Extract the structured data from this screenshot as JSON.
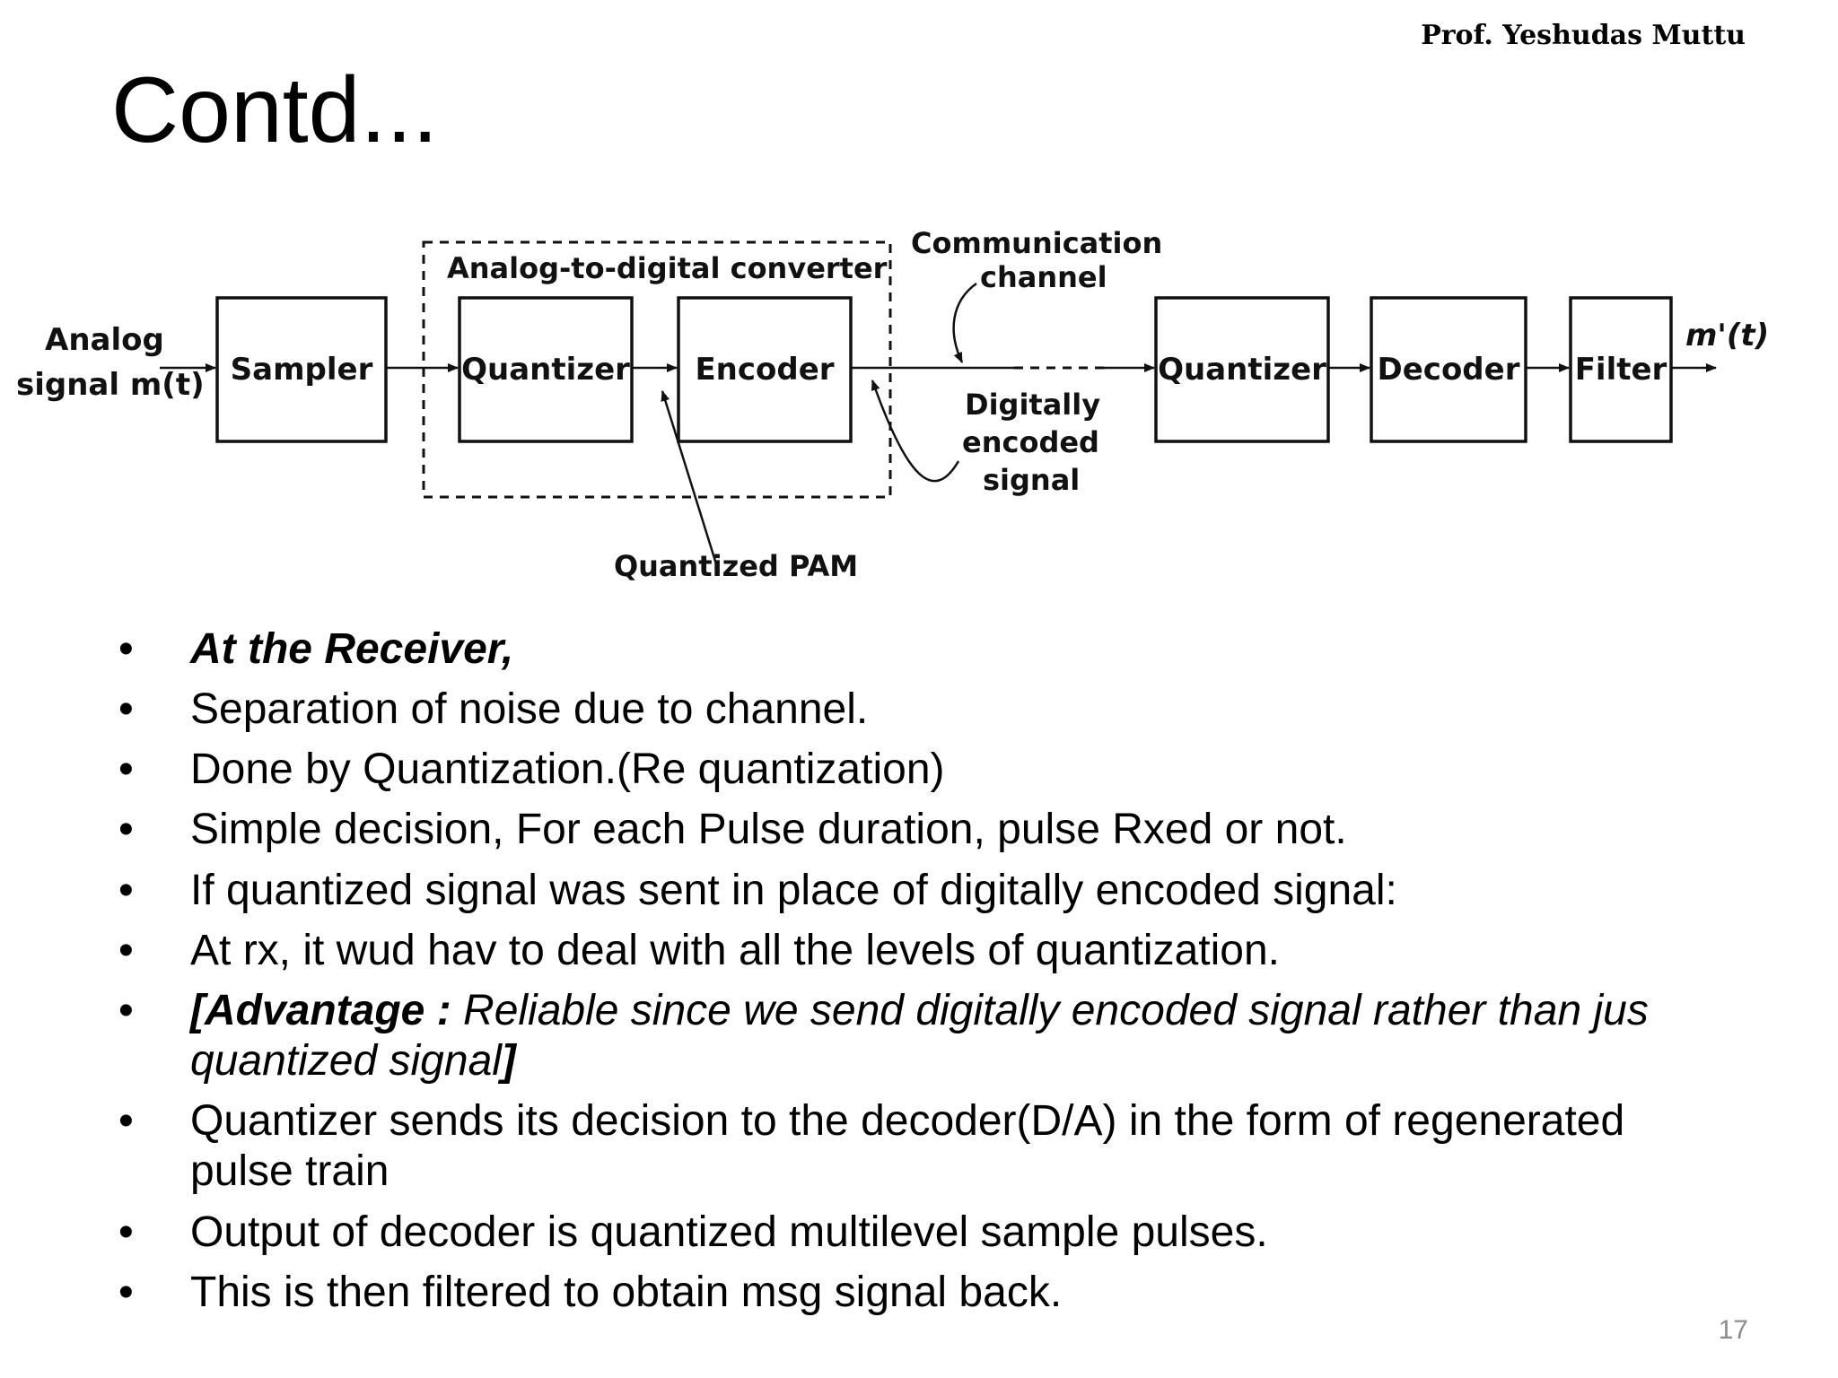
{
  "author": "Prof. Yeshudas Muttu",
  "title": "Contd...",
  "diagram": {
    "input_label_1": "Analog",
    "input_label_2": "signal m(t)",
    "sampler": "Sampler",
    "adc_label": "Analog-to-digital converter",
    "quantizer_tx": "Quantizer",
    "encoder": "Encoder",
    "channel_label_1": "Communication",
    "channel_label_2": "channel",
    "digital_label_1": "Digitally",
    "digital_label_2": "encoded",
    "digital_label_3": "signal",
    "quantized_pam": "Quantized PAM",
    "quantizer_rx": "Quantizer",
    "decoder": "Decoder",
    "filter": "Filter",
    "output_label": "m'(t)"
  },
  "bullets": [
    {
      "bold_italic": "At the Receiver,"
    },
    {
      "text": "Separation of noise due to channel."
    },
    {
      "text": "Done by Quantization.(Re quantization)"
    },
    {
      "text": "Simple decision, For each Pulse duration, pulse Rxed or not."
    },
    {
      "text": "If quantized signal was sent in place of digitally encoded signal:"
    },
    {
      "text": "At rx, it wud hav to deal with all the levels of quantization."
    },
    {
      "bold_italic": "[Advantage : ",
      "italic": "Reliable since we send digitally encoded signal rather than jus quantized signal",
      "bold_end": "]"
    },
    {
      "text": "Quantizer sends its decision to the decoder(D/A) in the form of regenerated pulse train"
    },
    {
      "text": "Output of decoder is quantized multilevel sample pulses."
    },
    {
      "text": "This is then filtered to obtain msg signal back."
    }
  ],
  "bullet_glyph": "•",
  "page_number": "17"
}
